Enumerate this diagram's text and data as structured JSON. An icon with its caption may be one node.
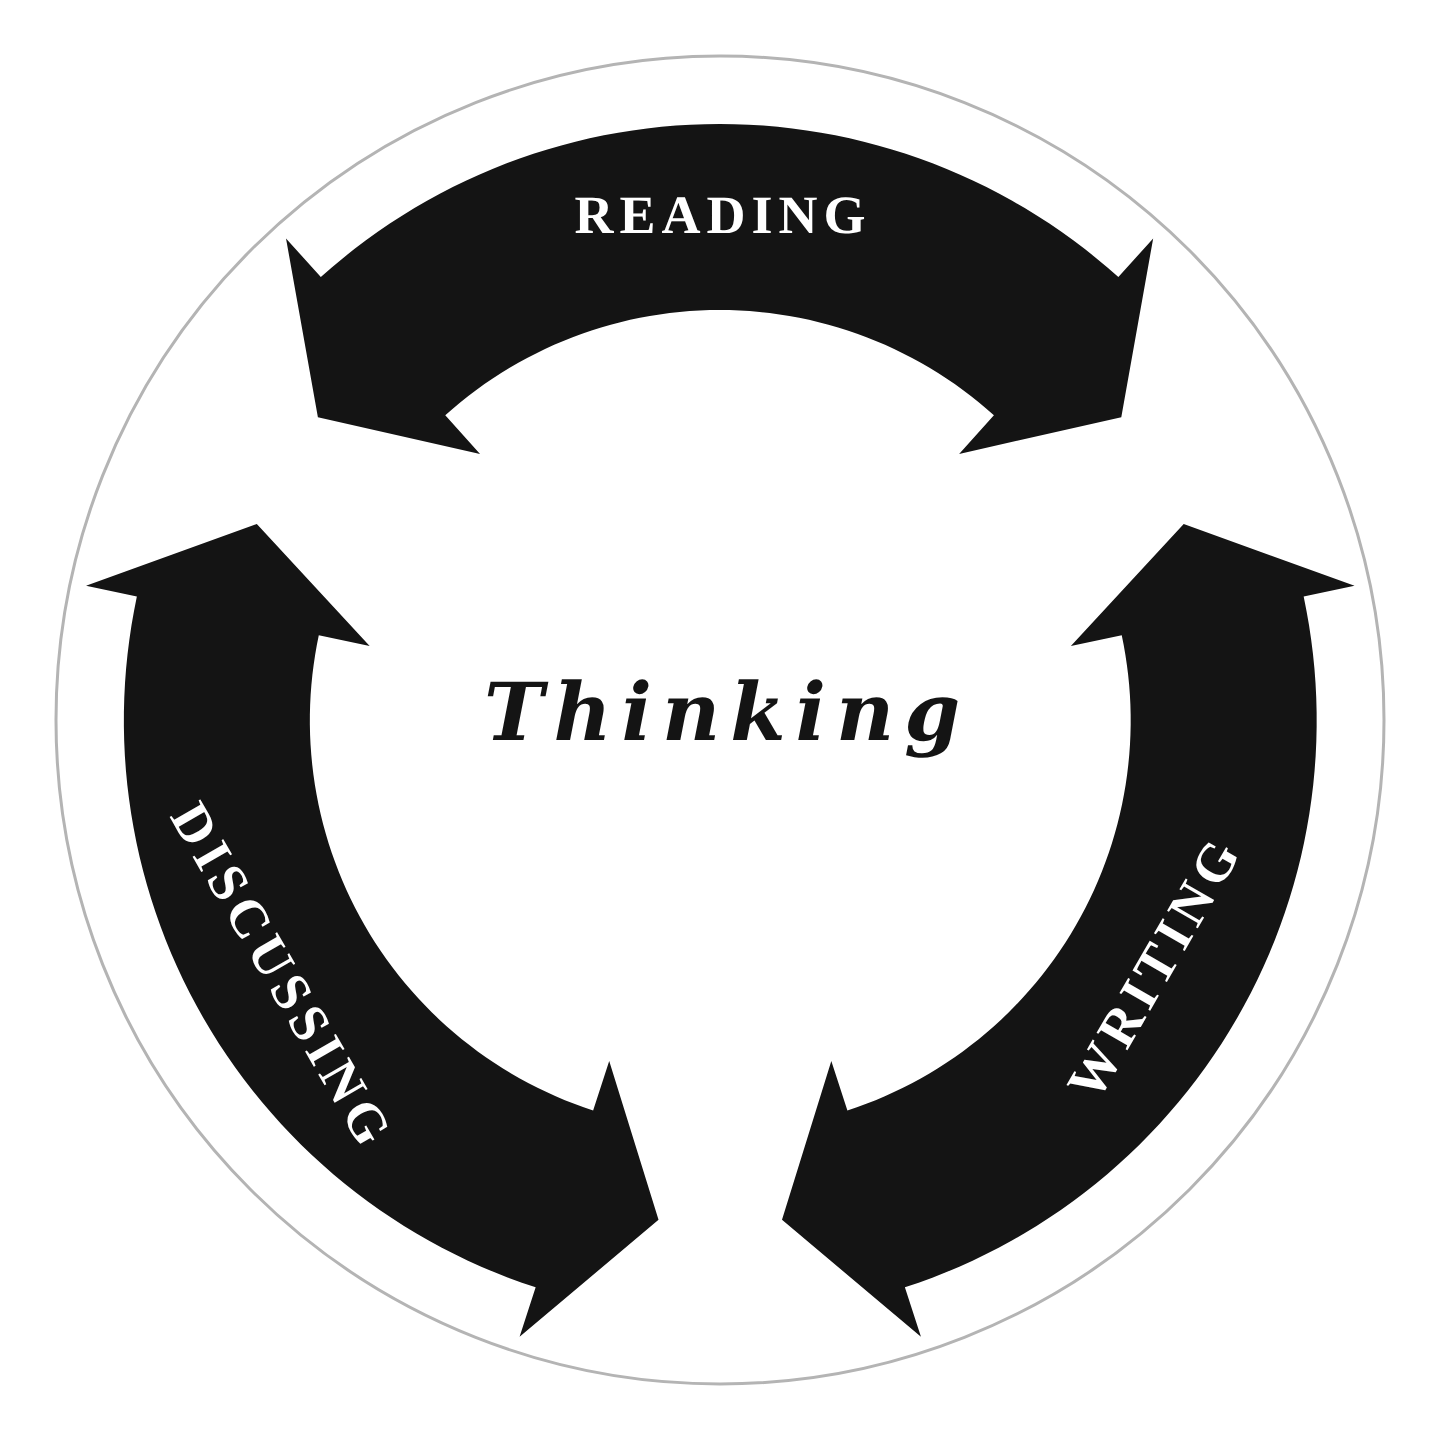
{
  "diagram": {
    "nodes": [
      {
        "text": [
          "Thinking"
        ]
      },
      {
        "text": [
          "READING"
        ],
        "in": 0
      },
      {
        "text": [
          "DISCUSSING"
        ],
        "in": 0
      },
      {
        "text": [
          "WRITING"
        ],
        "in": 0
      }
    ]
  }
}
